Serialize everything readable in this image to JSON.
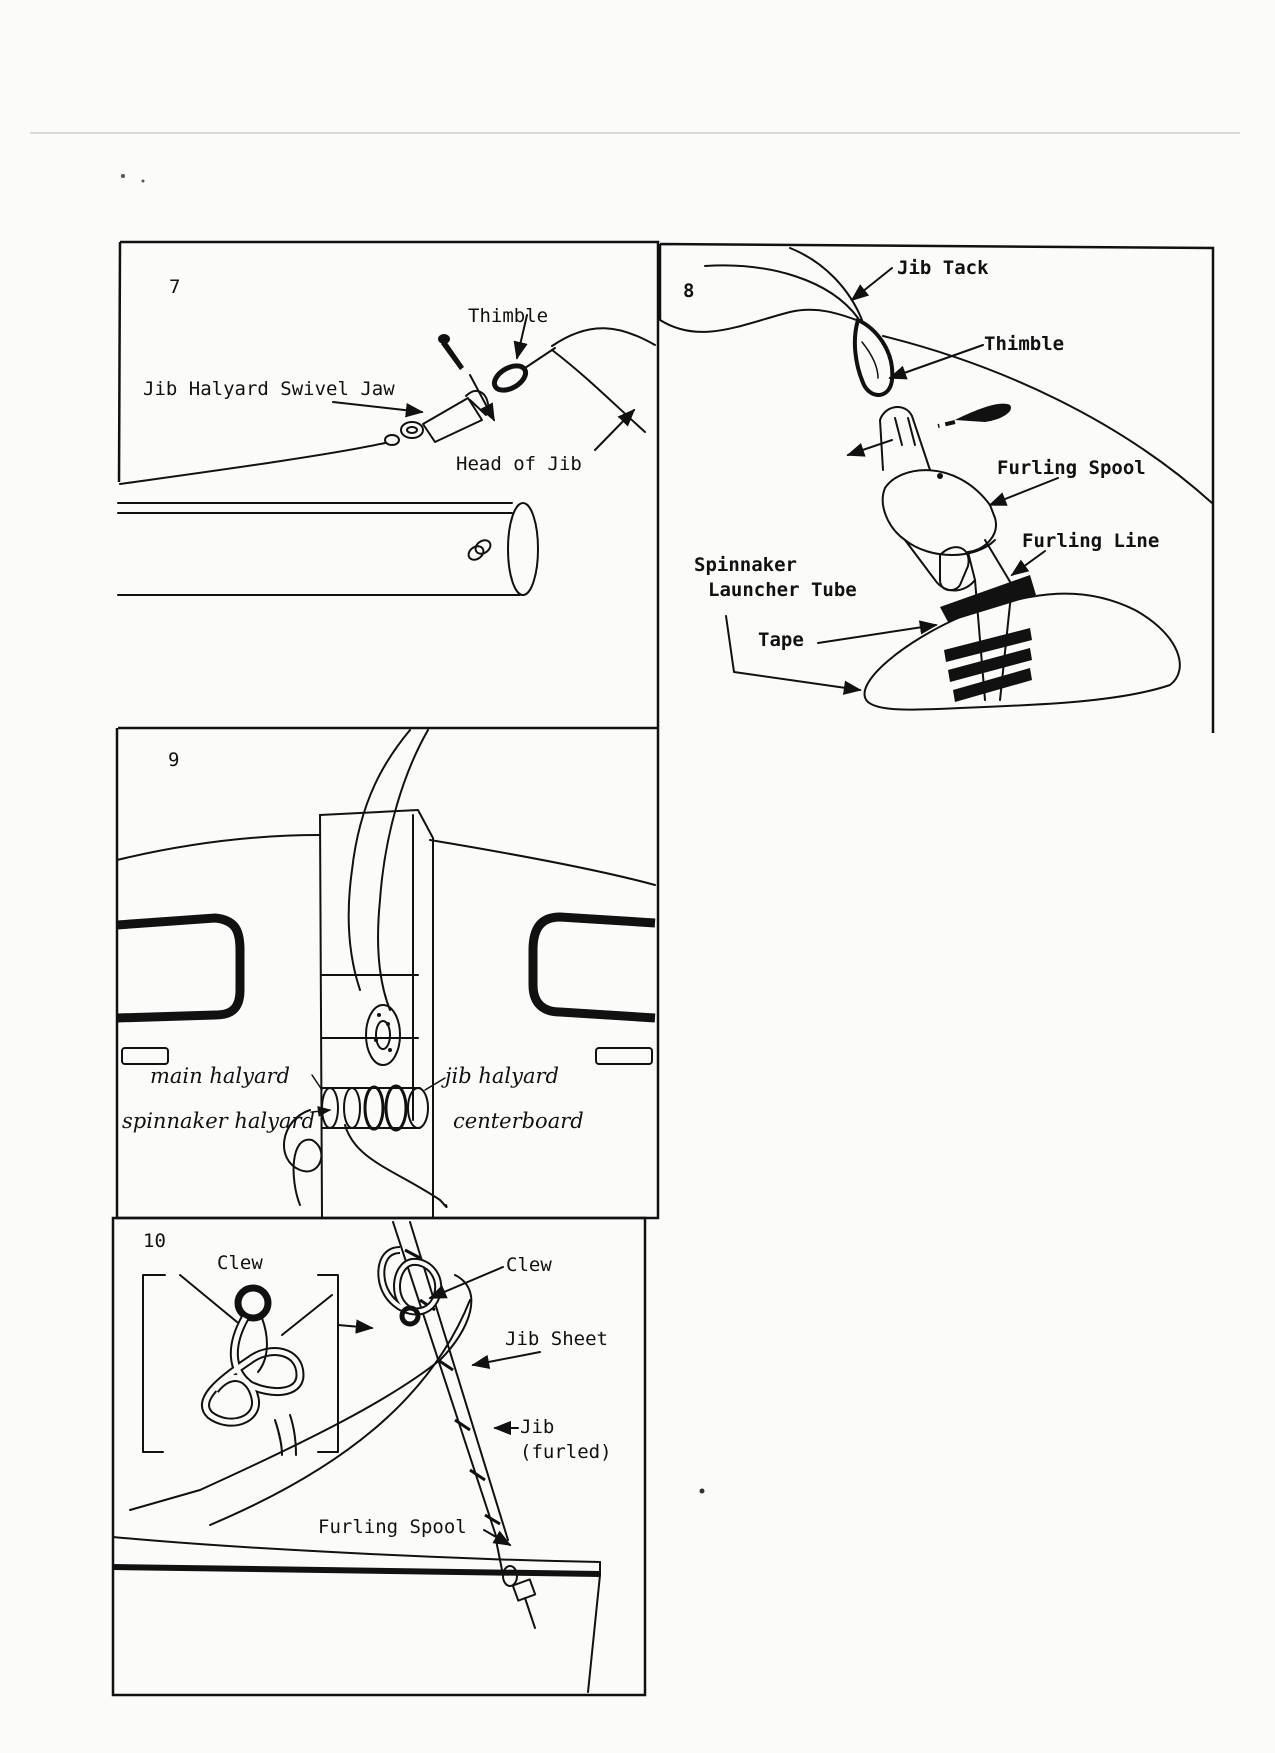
{
  "panels": {
    "p7": {
      "number": "7",
      "labels": {
        "thimble": "Thimble",
        "swivel_jaw": "Jib Halyard Swivel Jaw",
        "head_of_jib": "Head of Jib"
      }
    },
    "p8": {
      "number": "8",
      "labels": {
        "jib_tack": "Jib Tack",
        "thimble": "Thimble",
        "furling_spool": "Furling Spool",
        "furling_line": "Furling Line",
        "spinnaker_line1": "Spinnaker",
        "spinnaker_line2": "Launcher Tube",
        "tape": "Tape"
      }
    },
    "p9": {
      "number": "9",
      "labels": {
        "main_halyard": "main halyard",
        "spinnaker_halyard": "spinnaker halyard",
        "jib_halyard": "jib halyard",
        "centerboard": "centerboard"
      }
    },
    "p10": {
      "number": "10",
      "labels": {
        "clew_left": "Clew",
        "clew_right": "Clew",
        "jib_sheet": "Jib Sheet",
        "jib_line1": "Jib",
        "jib_line2": "(furled)",
        "furling_spool": "Furling Spool"
      }
    }
  }
}
